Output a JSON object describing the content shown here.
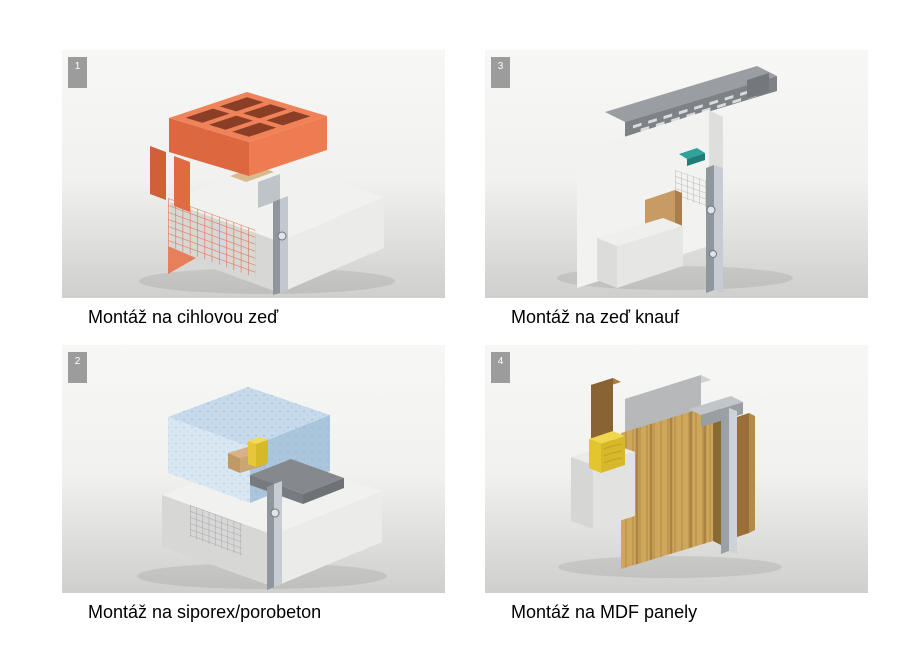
{
  "page": {
    "background": "#ffffff"
  },
  "colors": {
    "badge_bg": "#9c9c9c",
    "badge_text": "#ffffff",
    "panel_bg_top": "#f7f7f5",
    "panel_bg_bottom": "#cfcfcd",
    "caption_text": "#000000",
    "brick_orange": "#ef7c50",
    "mesh_orange": "#e2714a",
    "foam_blue": "#c6daec",
    "insulation_yellow": "#e7c737",
    "wood_tan": "#cfa75c",
    "teal_accent": "#2fa39b",
    "metal_gray": "#9aa0a6"
  },
  "panels": [
    {
      "badge": "1",
      "caption": "Montáž na cihlovou zeď",
      "illustration": "brick-wall-mounting-detail"
    },
    {
      "badge": "3",
      "caption": "Montáž na zeď knauf",
      "illustration": "knauf-wall-mounting-detail"
    },
    {
      "badge": "2",
      "caption": "Montáž na siporex/porobeton",
      "illustration": "siporex-porobeton-mounting-detail"
    },
    {
      "badge": "4",
      "caption": "Montáž na MDF panely",
      "illustration": "mdf-panel-mounting-detail"
    }
  ]
}
